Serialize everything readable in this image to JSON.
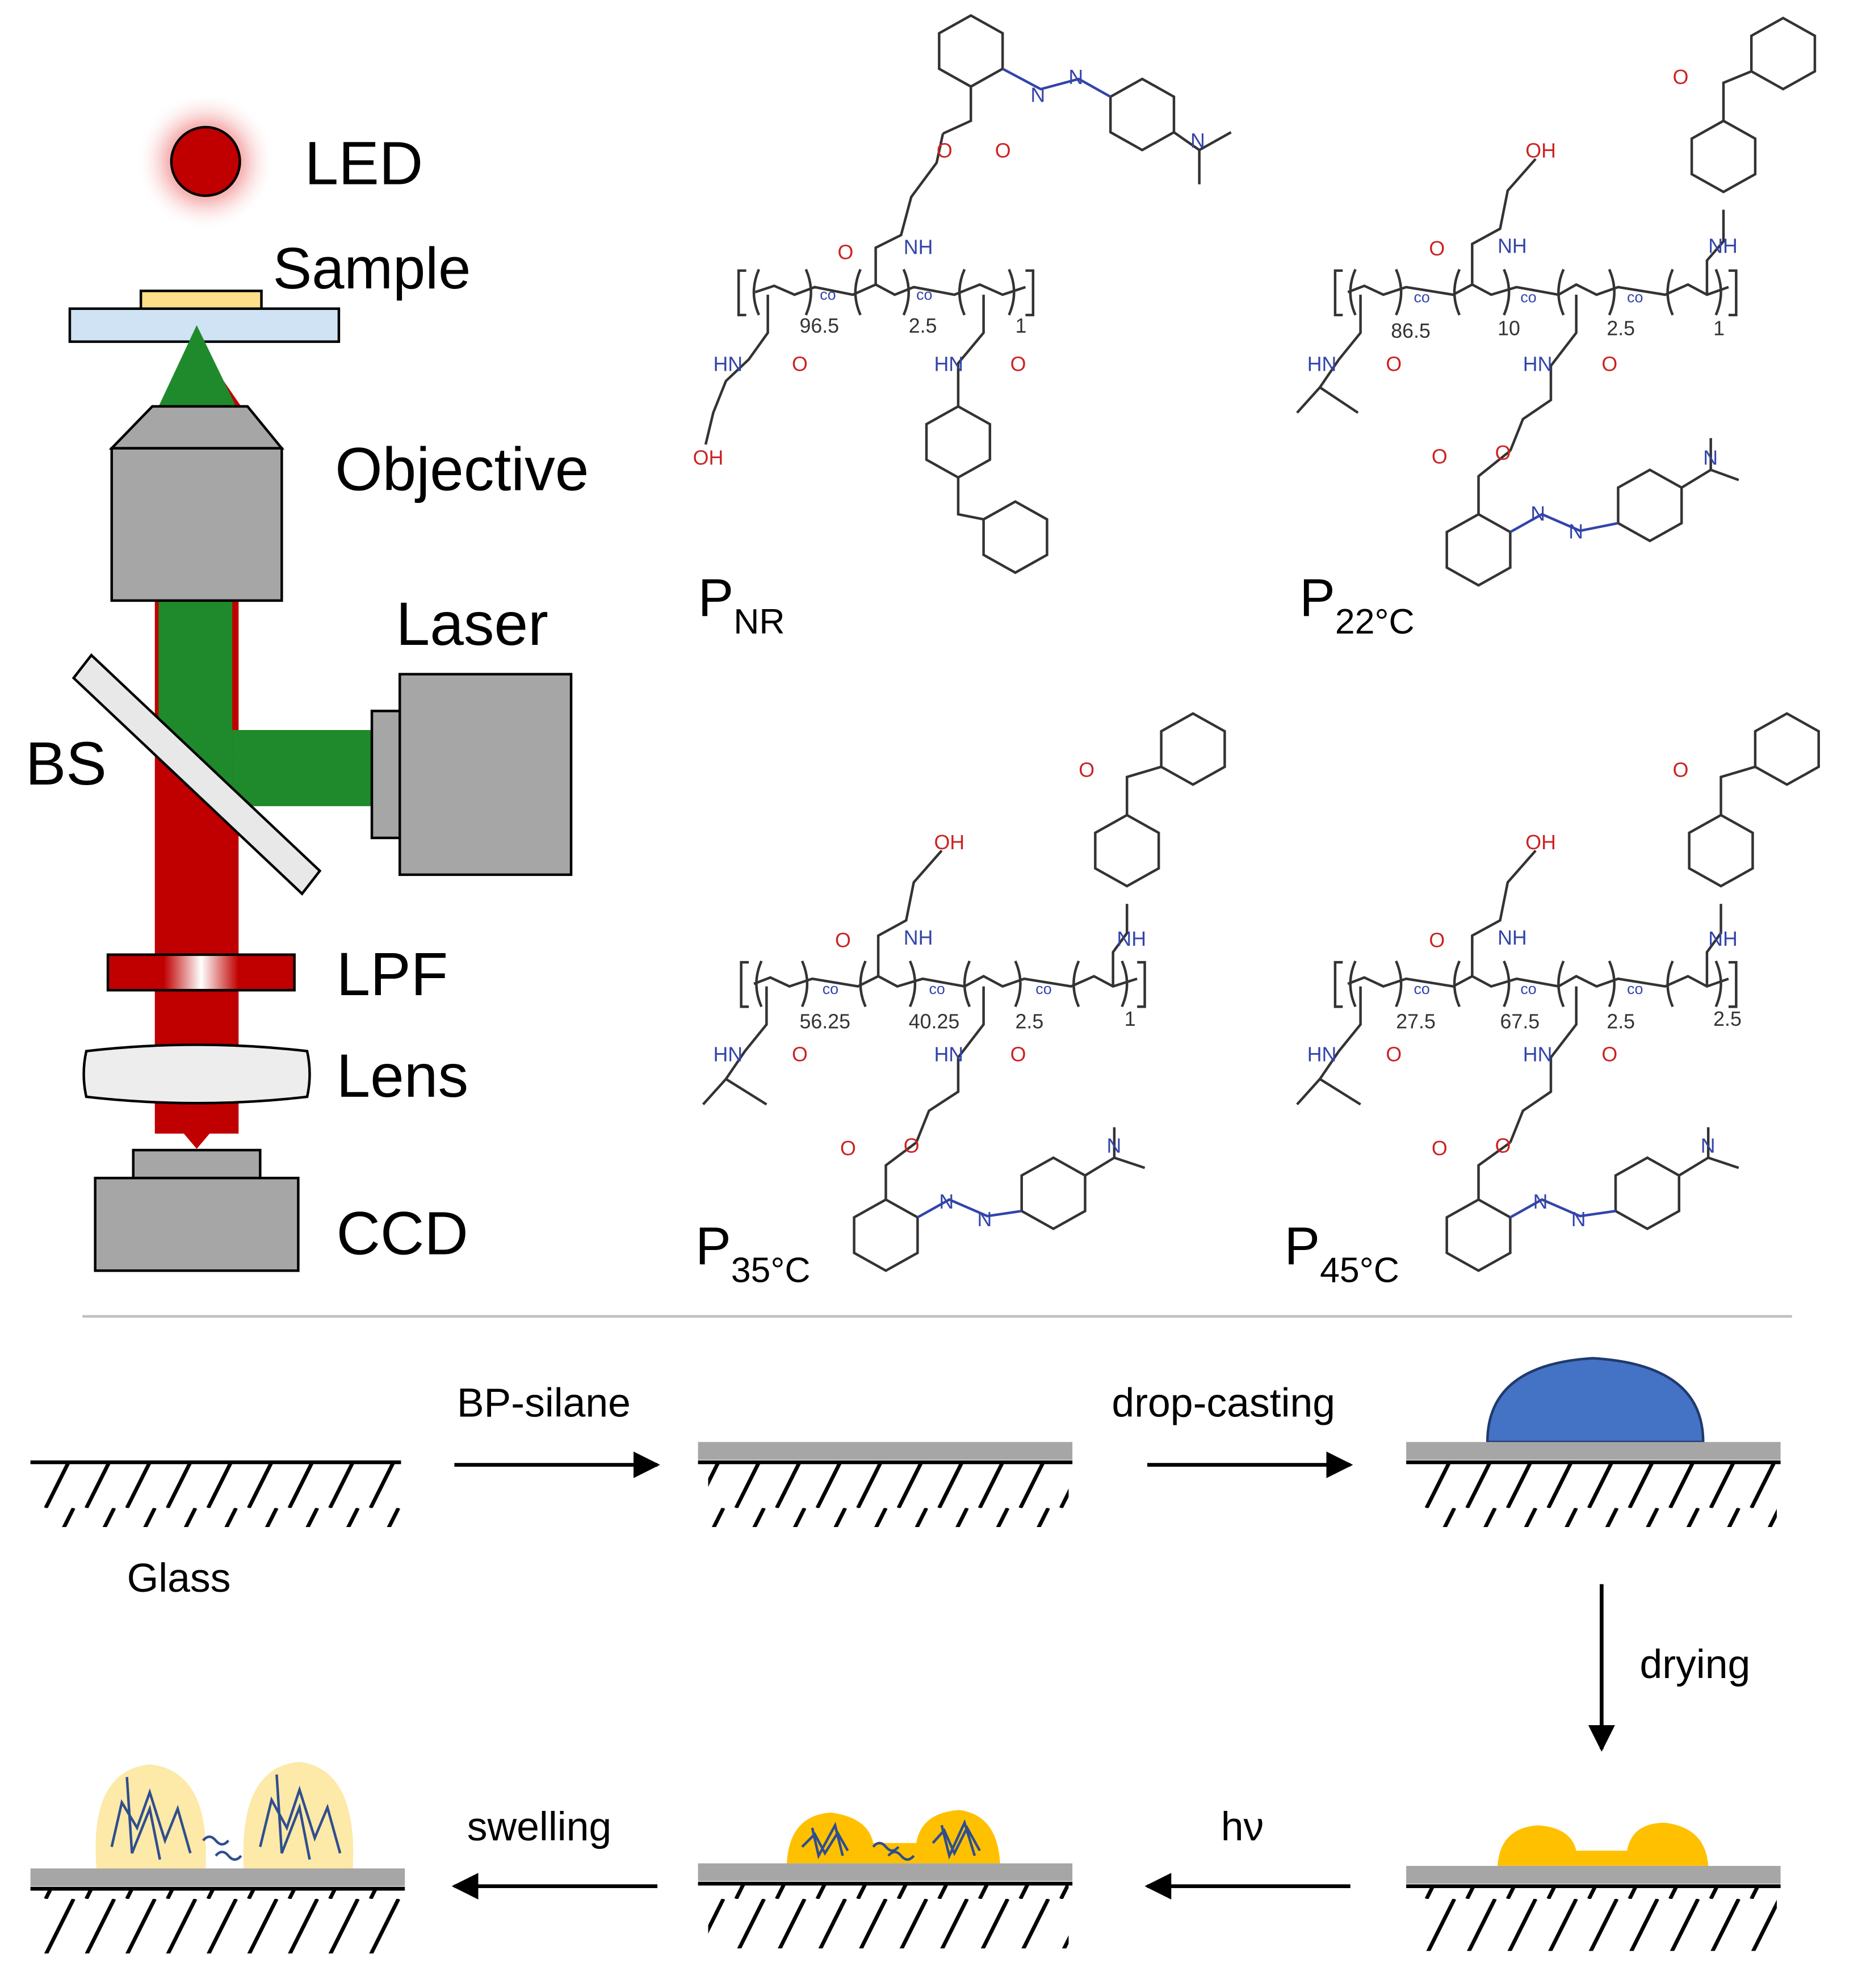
{
  "colors": {
    "red": "#c00000",
    "green": "#1f8a2c",
    "gray": "#a6a6a6",
    "dark": "#000000",
    "glass": "#cfe3f5",
    "sample": "#ffe08a",
    "drop_blue": "#4472c4",
    "drop_yellow": "#ffc000",
    "swollen_yellow": "#fde9a8",
    "chain_blue": "#2f4e8f",
    "heteroatom_N": "#3344aa",
    "heteroatom_O": "#cc2222"
  },
  "setup": {
    "led_label": "LED",
    "sample_label": "Sample",
    "objective_label": "Objective",
    "laser_label": "Laser",
    "bs_label": "BS",
    "lpf_label": "LPF",
    "lens_label": "Lens",
    "ccd_label": "CCD"
  },
  "polymers": [
    {
      "id": "pnr",
      "label_main": "P",
      "label_sub": "NR",
      "ratios": [
        "96.5",
        "2.5",
        "1"
      ],
      "atoms": [
        "co",
        "co",
        "NH",
        "O",
        "O",
        "HN",
        "O",
        "OH",
        "HN",
        "O",
        "O",
        "N",
        "N",
        "N"
      ]
    },
    {
      "id": "p22",
      "label_main": "P",
      "label_sub": "22°C",
      "ratios": [
        "86.5",
        "10",
        "2.5",
        "1"
      ],
      "atoms": [
        "co",
        "co",
        "co",
        "OH",
        "NH",
        "O",
        "O",
        "NH",
        "HN",
        "O",
        "HN",
        "O",
        "O",
        "O",
        "N",
        "N",
        "N"
      ]
    },
    {
      "id": "p35",
      "label_main": "P",
      "label_sub": "35°C",
      "ratios": [
        "56.25",
        "40.25",
        "2.5",
        "1"
      ],
      "atoms": [
        "co",
        "co",
        "co",
        "OH",
        "NH",
        "O",
        "O",
        "NH",
        "HN",
        "O",
        "HN",
        "O",
        "O",
        "O",
        "N",
        "N",
        "N"
      ]
    },
    {
      "id": "p45",
      "label_main": "P",
      "label_sub": "45°C",
      "ratios": [
        "27.5",
        "67.5",
        "2.5",
        "2.5"
      ],
      "atoms": [
        "co",
        "co",
        "co",
        "OH",
        "NH",
        "O",
        "O",
        "NH",
        "HN",
        "O",
        "HN",
        "O",
        "O",
        "O",
        "N",
        "N",
        "N"
      ]
    }
  ],
  "process": {
    "glass_label": "Glass",
    "step_bp_silane": "BP-silane",
    "step_drop_casting": "drop-casting",
    "step_drying": "drying",
    "step_hv": "hν",
    "step_swelling": "swelling"
  }
}
